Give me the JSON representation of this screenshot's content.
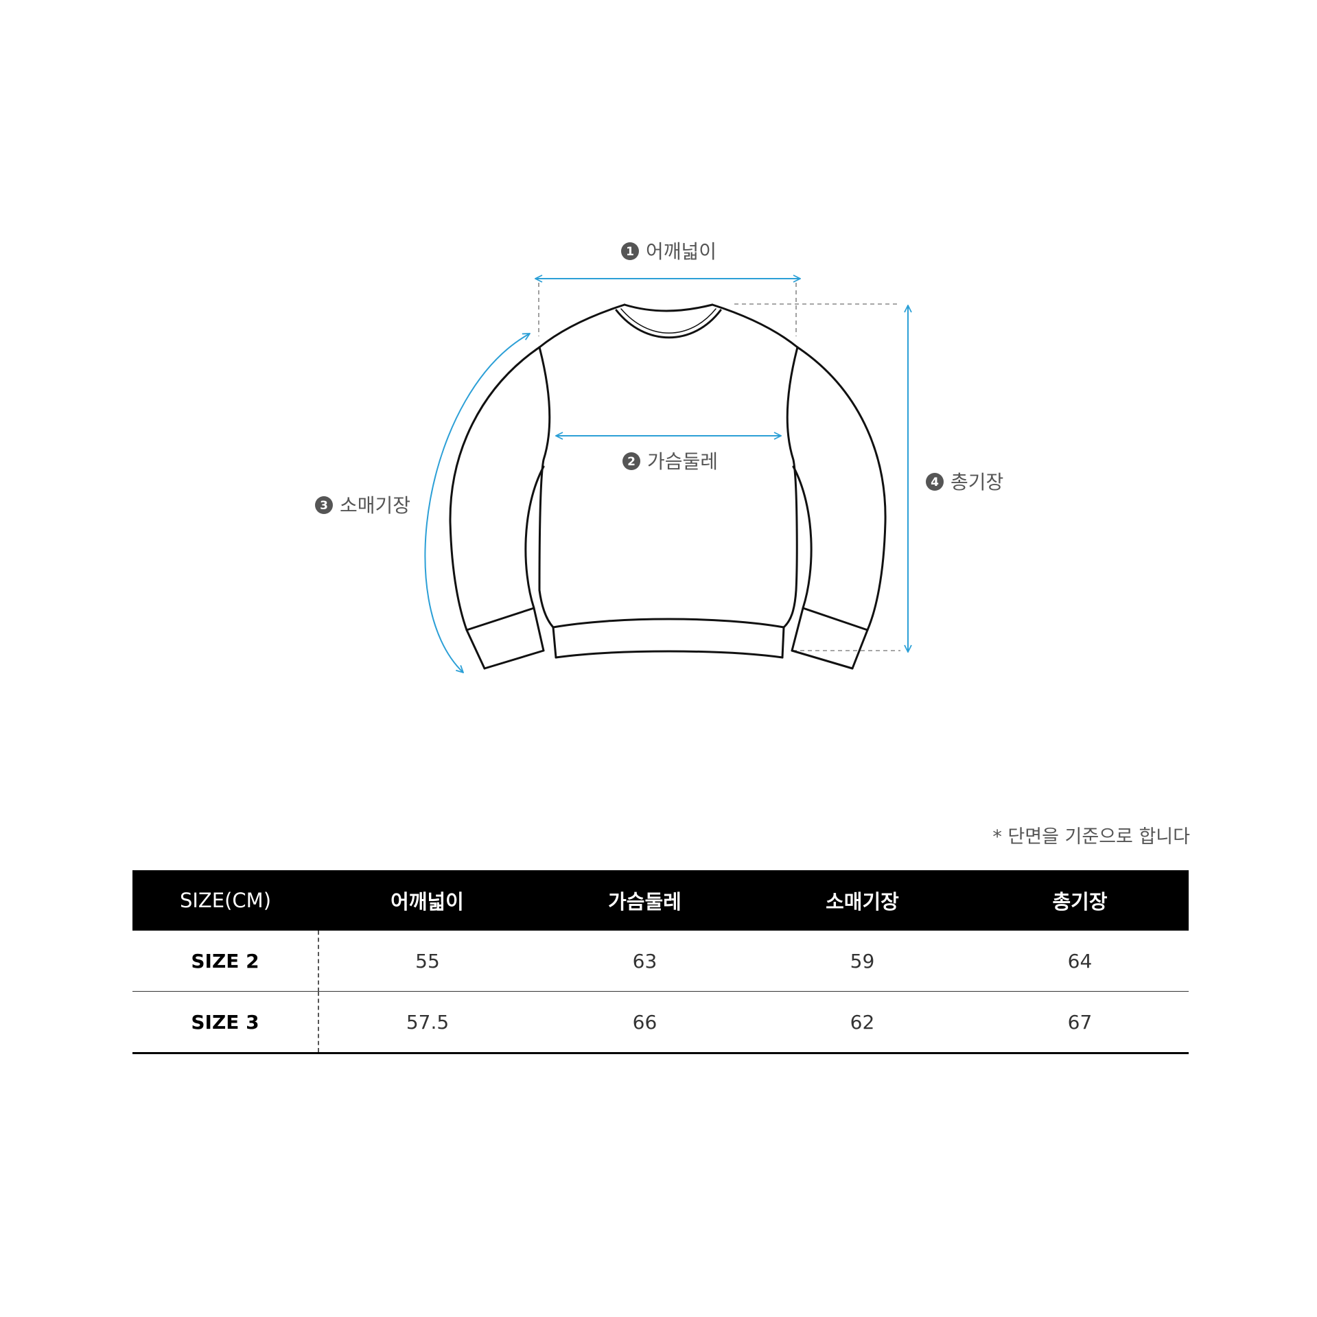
{
  "diagram": {
    "labels": {
      "shoulder": {
        "num": "1",
        "text": "어깨넓이"
      },
      "chest": {
        "num": "2",
        "text": "가슴둘레"
      },
      "sleeve": {
        "num": "3",
        "text": "소매기장"
      },
      "length": {
        "num": "4",
        "text": "총기장"
      }
    },
    "colors": {
      "arrow": "#2b9fd6",
      "outline": "#111111",
      "badge": "#555555",
      "guide": "#888888"
    }
  },
  "note": "* 단면을 기준으로 합니다",
  "table": {
    "headers": [
      "SIZE(CM)",
      "어깨넓이",
      "가슴둘레",
      "소매기장",
      "총기장"
    ],
    "rows": [
      {
        "size": "SIZE 2",
        "values": [
          "55",
          "63",
          "59",
          "64"
        ]
      },
      {
        "size": "SIZE 3",
        "values": [
          "57.5",
          "66",
          "62",
          "67"
        ]
      }
    ]
  }
}
